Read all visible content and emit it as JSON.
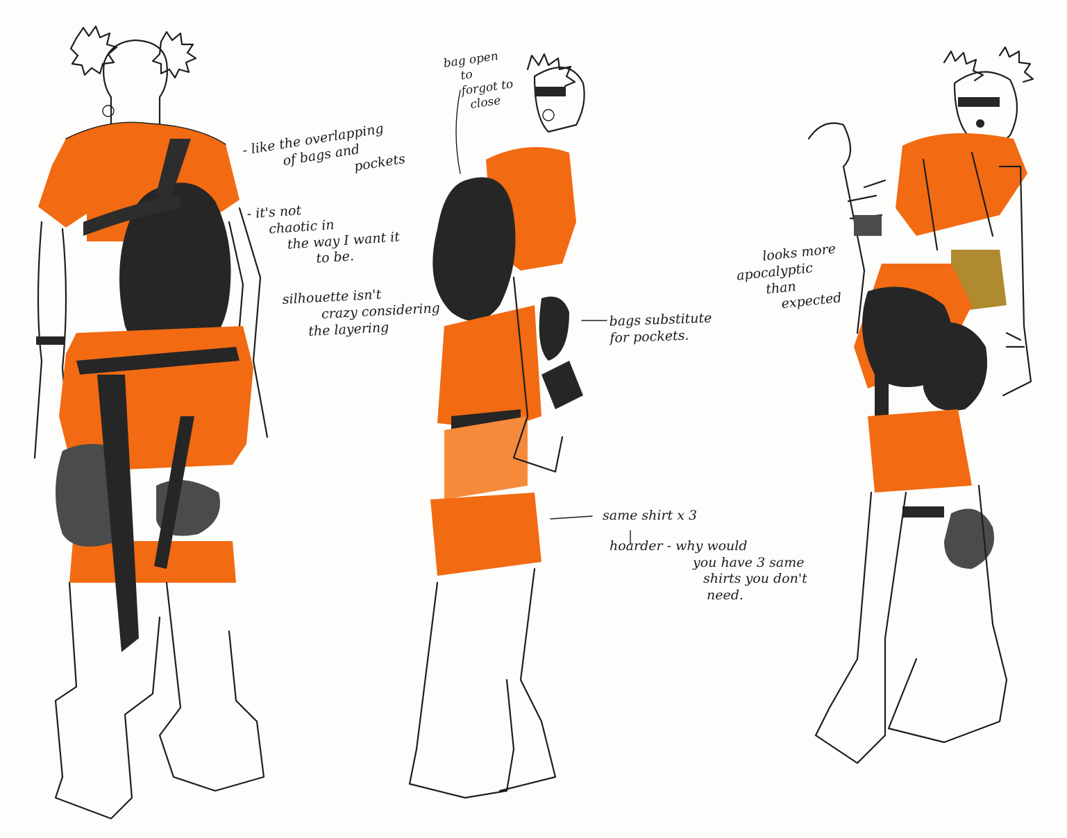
{
  "colors": {
    "paper": "#fdfdfb",
    "orange": "#f26a12",
    "black_bag": "#262626",
    "grey_bag": "#4b4b4b",
    "khaki": "#b08a2e",
    "ink": "#1d1d1d"
  },
  "notes": {
    "left": {
      "line1": "- like the overlapping",
      "line2": "of bags and",
      "line3": "pockets",
      "line4": "- it's not",
      "line5": "chaotic in",
      "line6": "the way I want it",
      "line7": "to be.",
      "line8": "silhouette isn't",
      "line9": "crazy considering",
      "line10": "the layering"
    },
    "bag_open": {
      "line1": "bag open",
      "line2": "to",
      "line3": "forgot to",
      "line4": "close"
    },
    "bags_sub": {
      "line1": "bags substitute",
      "line2": "for pockets."
    },
    "same_shirt": {
      "line1": "same shirt x 3",
      "line2": "hoarder - why would",
      "line3": "you have 3 same",
      "line4": "shirts you don't",
      "line5": "need."
    },
    "apocalyptic": {
      "line1": "looks more",
      "line2": "apocalyptic",
      "line3": "than",
      "line4": "expected"
    }
  }
}
